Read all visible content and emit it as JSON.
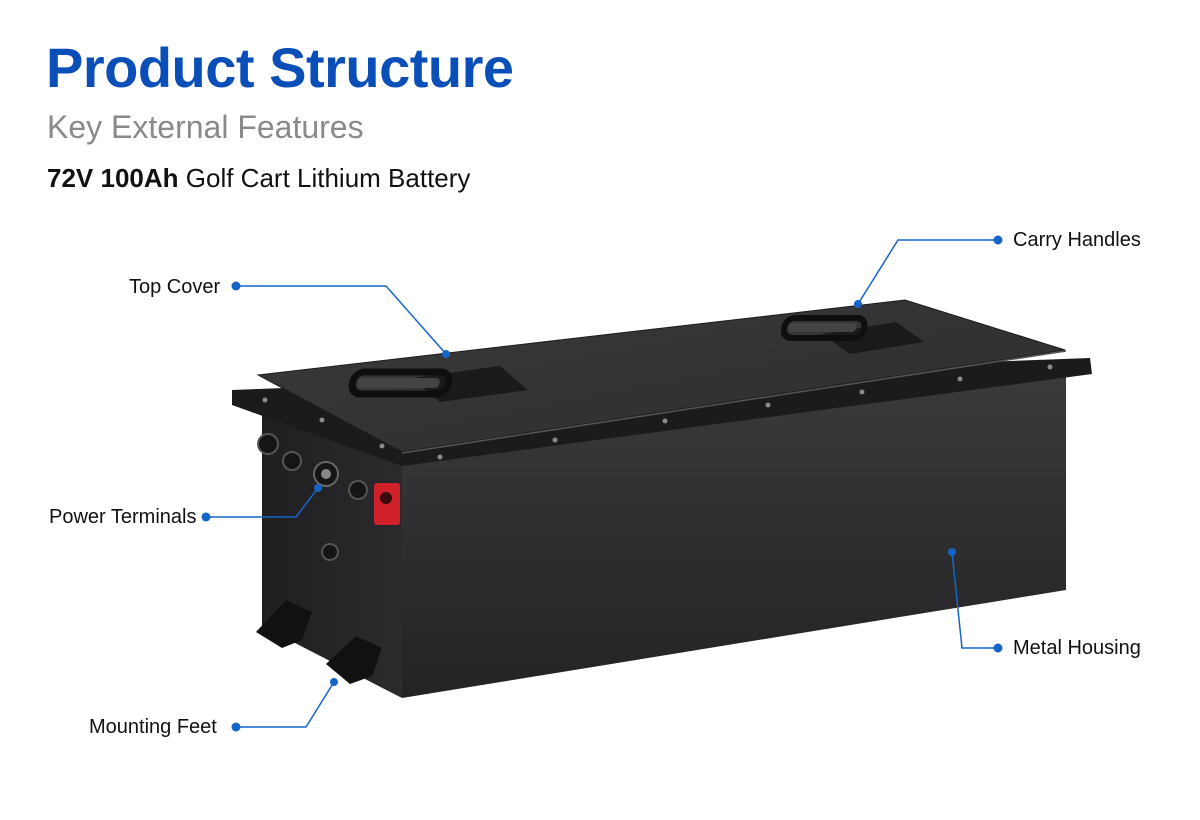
{
  "header": {
    "title": "Product Structure",
    "subtitle": "Key External Features",
    "product_spec": "72V 100Ah",
    "product_name": "Golf Cart Lithium Battery"
  },
  "callouts": {
    "top_cover": "Top Cover",
    "carry_handles": "Carry Handles",
    "power_terminals": "Power Terminals",
    "metal_housing": "Metal Housing",
    "mounting_feet": "Mounting Feet"
  },
  "colors": {
    "title": "#0a4fb8",
    "accent": "#1565c8",
    "terminal_red": "#d0202a",
    "battery_body": "#2e2e30"
  }
}
